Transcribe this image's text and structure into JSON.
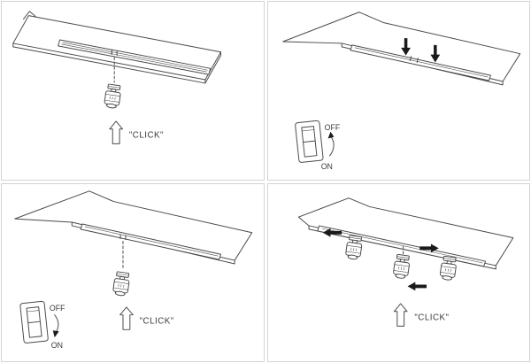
{
  "figure": {
    "panels": [
      {
        "click_label": "\"CLICK\""
      },
      {
        "switch_off_label": "OFF",
        "switch_on_label": "ON"
      },
      {
        "click_label": "\"CLICK\"",
        "switch_off_label": "OFF",
        "switch_on_label": "ON"
      },
      {
        "click_label": "\"CLICK\""
      }
    ]
  }
}
